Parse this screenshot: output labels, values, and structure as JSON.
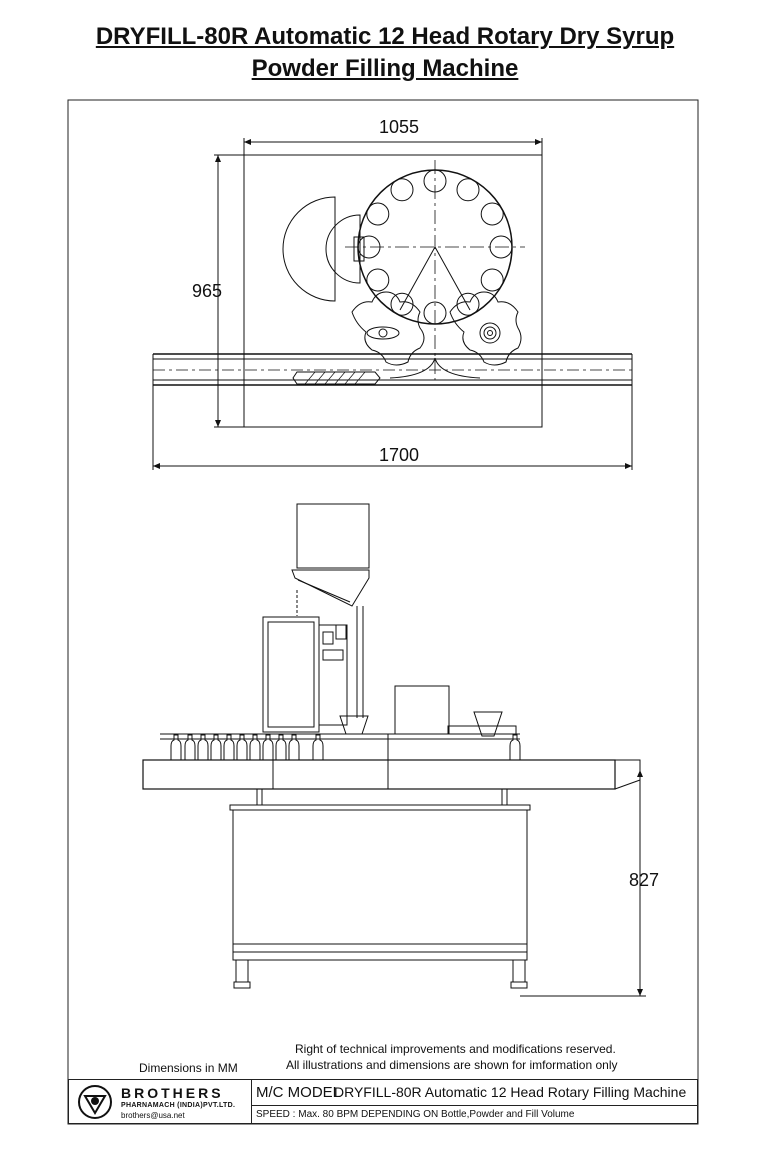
{
  "title": {
    "line1": "DRYFILL-80R    Automatic 12 Head Rotary Dry Syrup",
    "line2": "Powder Filling  Machine"
  },
  "top_view": {
    "width_dim": "1055",
    "depth_dim": "965",
    "overall_dim": "1700"
  },
  "front_view": {
    "height_dim": "827"
  },
  "notes": {
    "line1": "Right of technical improvements and modifications reserved.",
    "line2": "All illustrations and dimensions are shown for imformation only",
    "units": "Dimensions in MM"
  },
  "title_block": {
    "brand": "BROTHERS",
    "company": "PHARNAMACH (INDIA)PVT.LTD.",
    "email": "brothers@usa.net",
    "model_label": "M/C MODEL",
    "model_value": "DRYFILL-80R Automatic 12 Head Rotary Filling Machine",
    "speed": "SPEED : Max. 80 BPM DEPENDING ON Bottle,Powder and Fill Volume"
  }
}
